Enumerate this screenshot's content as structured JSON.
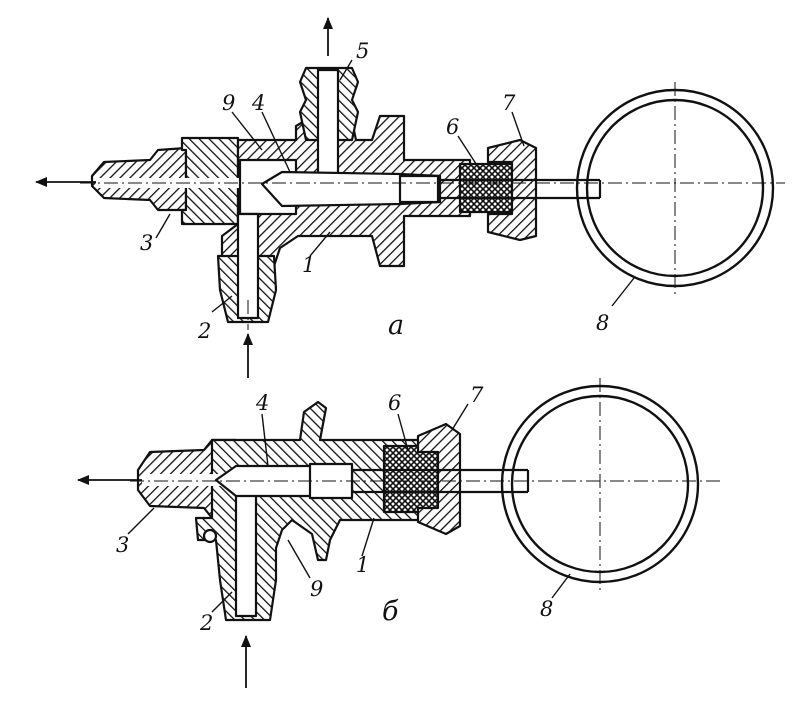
{
  "figure_a": {
    "caption": "а",
    "labels": {
      "p1": "1",
      "p2": "2",
      "p3": "3",
      "p4": "4",
      "p5": "5",
      "p6": "6",
      "p7": "7",
      "p8": "8",
      "p9": "9"
    }
  },
  "figure_b": {
    "caption": "б",
    "labels": {
      "p1": "1",
      "p2": "2",
      "p3": "3",
      "p4": "4",
      "p6": "6",
      "p7": "7",
      "p8": "8",
      "p9": "9"
    }
  },
  "colors": {
    "ink": "#111111",
    "paper": "#ffffff"
  }
}
